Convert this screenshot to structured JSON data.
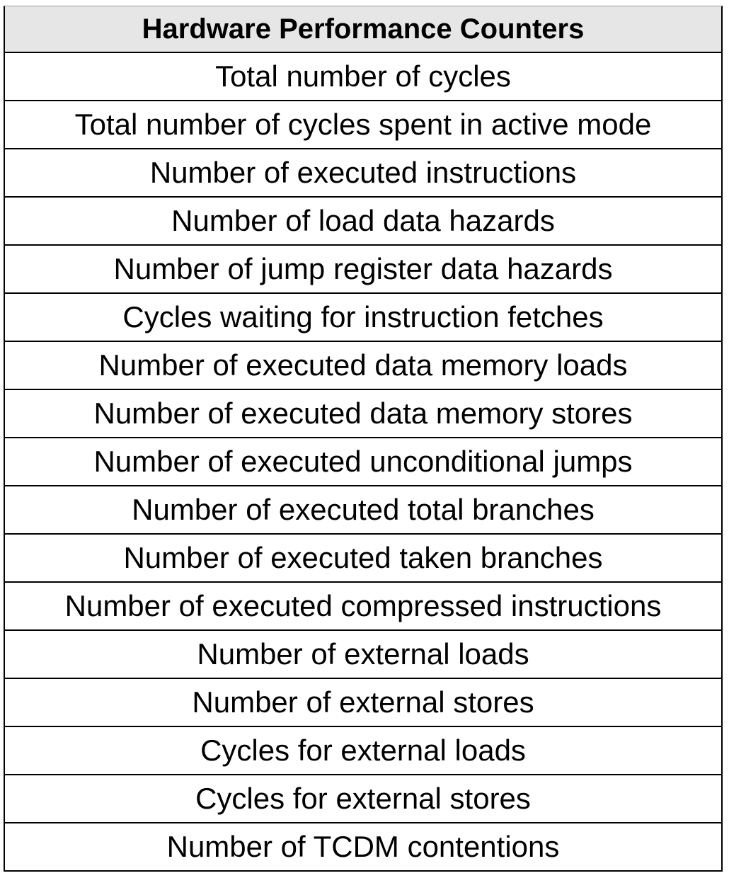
{
  "table": {
    "header": "Hardware Performance Counters",
    "rows": [
      "Total number of cycles",
      "Total number of cycles spent in active mode",
      "Number of executed instructions",
      "Number of load data hazards",
      "Number of jump register data hazards",
      "Cycles waiting for instruction fetches",
      "Number of executed data memory loads",
      "Number of executed data memory stores",
      "Number of executed unconditional jumps",
      "Number of executed total branches",
      "Number of executed taken branches",
      "Number of executed compressed instructions",
      "Number of external loads",
      "Number of external stores",
      "Cycles for external loads",
      "Cycles for external stores",
      "Number of TCDM contentions"
    ]
  },
  "colors": {
    "header_background": "#e6e6e6",
    "border": "#000000",
    "text": "#000000"
  }
}
